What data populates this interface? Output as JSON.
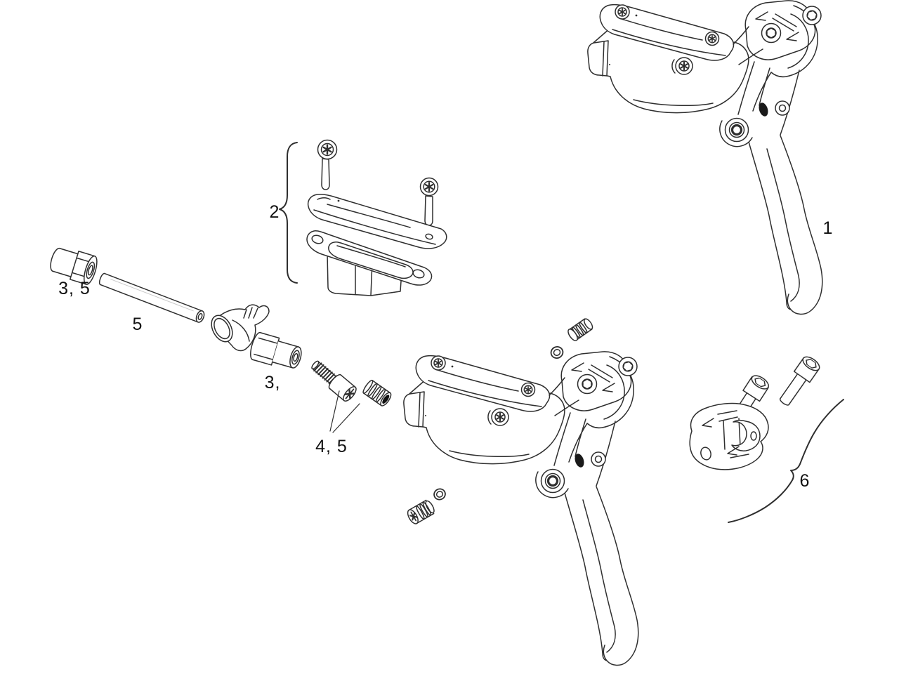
{
  "figure": {
    "background_color": "#ffffff",
    "line_color": "#2e2e2e",
    "label_color": "#111111"
  },
  "callouts": {
    "c1": {
      "label": "1"
    },
    "c2": {
      "label": "2"
    },
    "c35": {
      "label": "3, 5"
    },
    "c5": {
      "label": "5"
    },
    "c3": {
      "label": "3,"
    },
    "c45": {
      "label": "4, 5"
    },
    "c6": {
      "label": "6"
    }
  }
}
